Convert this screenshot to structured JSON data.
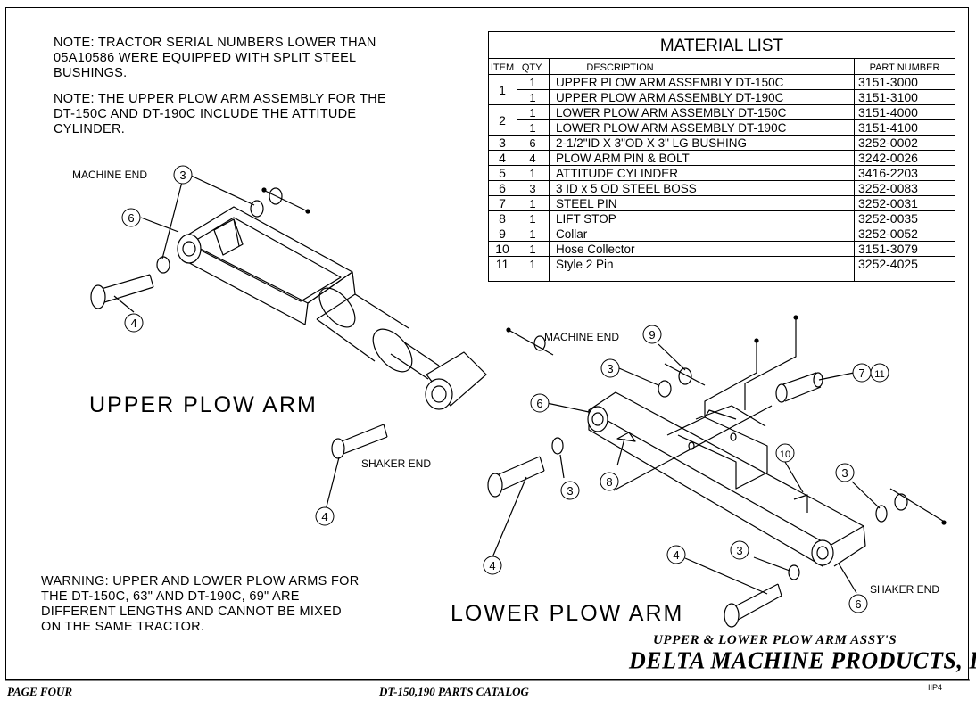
{
  "notes": {
    "serial_note": "NOTE: TRACTOR SERIAL NUMBERS LOWER THAN\n05A10586 WERE EQUIPPED WITH SPLIT STEEL\nBUSHINGS.",
    "upper_arm_note": "NOTE: THE UPPER PLOW ARM ASSEMBLY FOR THE\nDT-150C AND DT-190C INCLUDE THE ATTITUDE\nCYLINDER.",
    "warning": "WARNING: UPPER AND LOWER PLOW ARMS FOR\nTHE DT-150C, 63\" AND DT-190C, 69\" ARE\nDIFFERENT LENGTHS AND CANNOT BE MIXED\nON THE SAME TRACTOR."
  },
  "material_list": {
    "title": "MATERIAL LIST",
    "headers": {
      "item": "ITEM",
      "qty": "QTY.",
      "description": "DESCRIPTION",
      "part_number": "PART NUMBER"
    },
    "rows": [
      {
        "item": "1",
        "qty": "1",
        "description": "UPPER PLOW ARM ASSEMBLY DT-150C",
        "part_number": "3151-3000"
      },
      {
        "item": "",
        "qty": "1",
        "description": "UPPER PLOW ARM ASSEMBLY DT-190C",
        "part_number": "3151-3100"
      },
      {
        "item": "2",
        "qty": "1",
        "description": "LOWER PLOW ARM ASSEMBLY DT-150C",
        "part_number": "3151-4000"
      },
      {
        "item": "",
        "qty": "1",
        "description": "LOWER PLOW ARM ASSEMBLY DT-190C",
        "part_number": "3151-4100"
      },
      {
        "item": "3",
        "qty": "6",
        "description": "2-1/2\"ID X 3\"OD X 3\" LG BUSHING",
        "part_number": "3252-0002"
      },
      {
        "item": "4",
        "qty": "4",
        "description": "PLOW ARM PIN & BOLT",
        "part_number": "3242-0026"
      },
      {
        "item": "5",
        "qty": "1",
        "description": "ATTITUDE CYLINDER",
        "part_number": "3416-2203"
      },
      {
        "item": "6",
        "qty": "3",
        "description": "3 ID x 5 OD STEEL BOSS",
        "part_number": "3252-0083"
      },
      {
        "item": "7",
        "qty": "1",
        "description": "STEEL PIN",
        "part_number": "3252-0031"
      },
      {
        "item": "8",
        "qty": "1",
        "description": "LIFT STOP",
        "part_number": "3252-0035"
      },
      {
        "item": "9",
        "qty": "1",
        "description": "Collar",
        "part_number": "3252-0052"
      },
      {
        "item": "10",
        "qty": "1",
        "description": "Hose Collector",
        "part_number": "3151-3079"
      },
      {
        "item": "11",
        "qty": "1",
        "description": "Style 2 Pin",
        "part_number": "3252-4025"
      }
    ]
  },
  "labels": {
    "upper_plow_arm": "UPPER PLOW ARM",
    "lower_plow_arm": "LOWER PLOW ARM",
    "machine_end_upper": "MACHINE END",
    "machine_end_lower": "MACHINE END",
    "shaker_end_upper": "SHAKER END",
    "shaker_end_lower": "SHAKER END"
  },
  "callouts": {
    "u3a": "3",
    "u6": "6",
    "u4a": "4",
    "u4b": "4",
    "l9": "9",
    "l3a": "3",
    "l711": "7",
    "l711b": "11",
    "l6a": "6",
    "l8": "8",
    "l3b": "3",
    "l10": "10",
    "l3c": "3",
    "l4a": "4",
    "l4b": "4",
    "l3d": "3",
    "l6b": "6"
  },
  "title_block": {
    "line1": "UPPER & LOWER PLOW ARM ASSY'S",
    "line2": "DELTA MACHINE PRODUCTS, INC."
  },
  "footer": {
    "page": "PAGE FOUR",
    "catalog": "DT-150,190 PARTS CATALOG",
    "code": "IIP4"
  }
}
